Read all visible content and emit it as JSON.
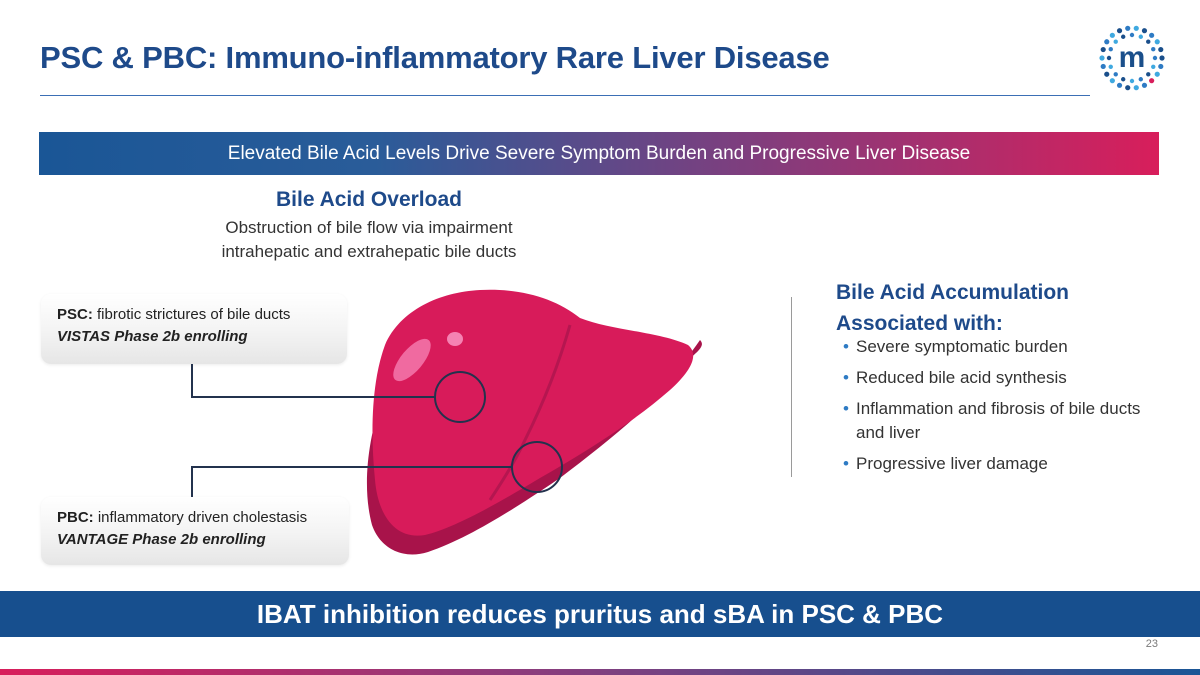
{
  "slide": {
    "title": "PSC & PBC: Immuno-inflammatory Rare Liver Disease",
    "banner": "Elevated Bile Acid Levels Drive Severe Symptom Burden and Progressive Liver Disease",
    "overload": {
      "title": "Bile Acid Overload",
      "description": "Obstruction of bile flow via impairment intrahepatic and extrahepatic bile ducts"
    },
    "psc_card": {
      "label": "PSC:",
      "text": " fibrotic strictures of bile ducts",
      "status": "VISTAS Phase 2b enrolling"
    },
    "pbc_card": {
      "label": "PBC:",
      "text": " inflammatory driven cholestasis",
      "status": "VANTAGE Phase 2b enrolling"
    },
    "accumulation": {
      "title": "Bile Acid Accumulation Associated with:",
      "items": [
        "Severe symptomatic burden",
        "Reduced bile acid synthesis",
        "Inflammation and fibrosis of bile ducts and liver",
        "Progressive liver damage"
      ]
    },
    "footer": "IBAT inhibition reduces pruritus and sBA in PSC & PBC",
    "page_number": "23"
  },
  "icons": {
    "logo": "company-logo-m-dots",
    "liver": "liver-illustration",
    "bullet": "bullet-dot"
  },
  "colors": {
    "title_blue": "#1e4a8a",
    "accent_pink": "#d81e5b",
    "liver_pink": "#d81b5a",
    "footer_blue": "#174f8e",
    "bullet_blue": "#2e7bc4"
  }
}
